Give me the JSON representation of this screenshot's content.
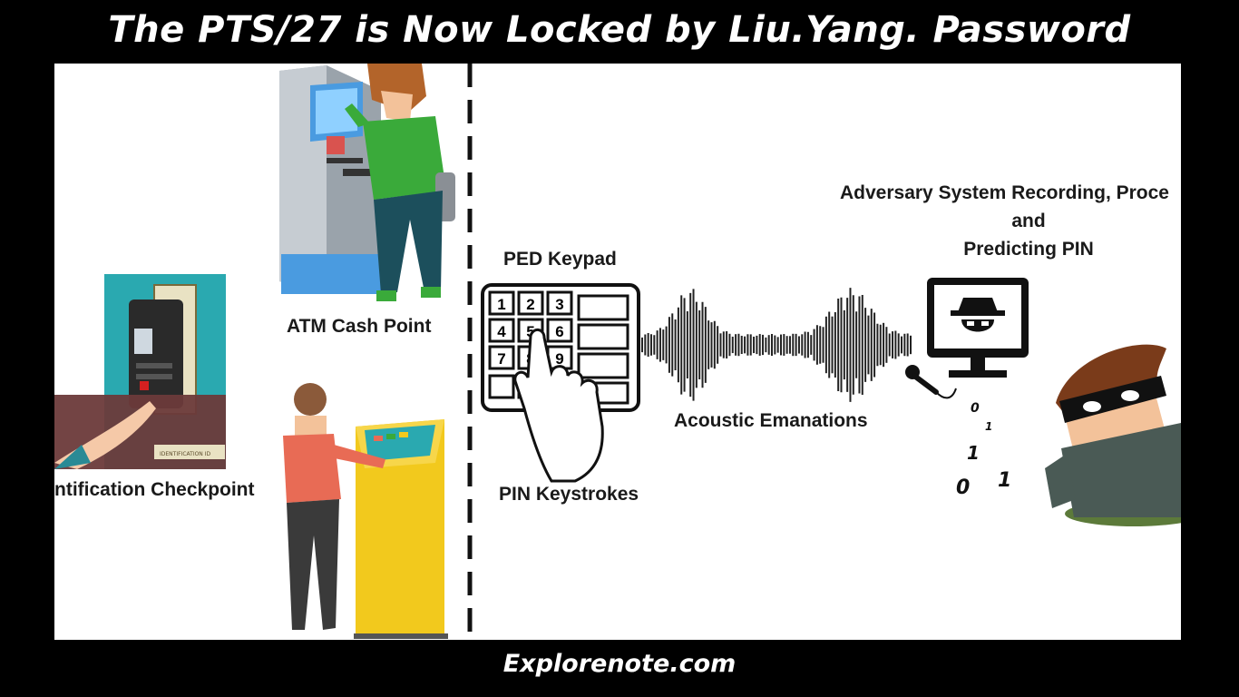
{
  "headline": "The PTS/27 is Now Locked by Liu.Yang. Password",
  "footer": "Explorenote.com",
  "labels": {
    "identification": "ntification Checkpoint",
    "atm": "ATM Cash Point",
    "ped_keypad": "PED Keypad",
    "pin_keystrokes": "PIN Keystrokes",
    "acoustic": "Acoustic Emanations",
    "adversary_line1": "Adversary System Recording, Proce",
    "adversary_line2": "and",
    "adversary_line3": "Predicting PIN"
  },
  "keypad": {
    "keys": [
      "1",
      "2",
      "3",
      "4",
      "5",
      "6",
      "7",
      "8",
      "9"
    ]
  },
  "binary_digits": [
    "0",
    "1",
    "1",
    "0",
    "1"
  ],
  "id_card_text": "IDENTIFICATION ID",
  "colors": {
    "background": "#000000",
    "panel": "#ffffff",
    "atm_blue": "#4a9be0",
    "atm_grey": "#9aa3ab",
    "shirt_green": "#3aaa3a",
    "kiosk_yellow": "#f2c91d",
    "teal": "#2aa9b0",
    "shirt_coral": "#e86b55",
    "thief_hair": "#7a3b1a"
  }
}
